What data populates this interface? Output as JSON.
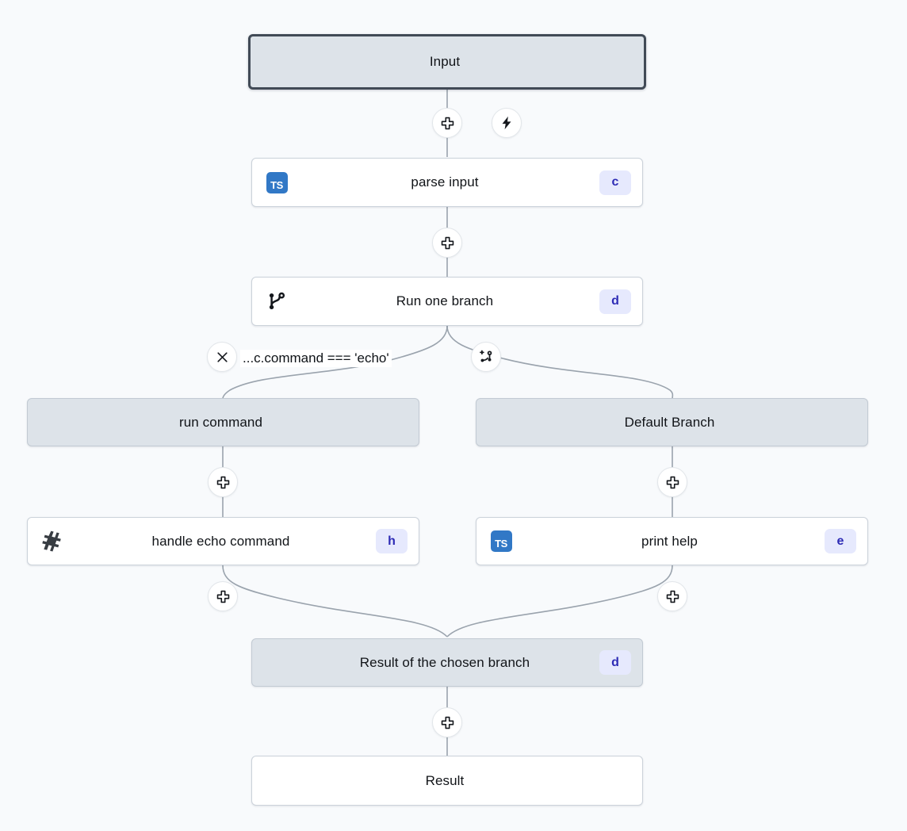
{
  "canvas": {
    "background": "#f8fafc",
    "edge_color": "#9aa3ad",
    "node_fill_io": "#dde3e9",
    "node_fill_plain": "#ffffff",
    "badge_bg": "#e6e9fd",
    "badge_fg": "#2d2bb5",
    "ts_blue": "#3178c6",
    "selected_border": "#414a56"
  },
  "nodes": {
    "input": {
      "label": "Input",
      "icon": "none",
      "badge": ""
    },
    "parse_input": {
      "label": "parse input",
      "icon": "typescript-icon",
      "badge": "c"
    },
    "run_one_branch": {
      "label": "Run one branch",
      "icon": "git-branch-icon",
      "badge": "d"
    },
    "run_command": {
      "label": "run command",
      "icon": "none",
      "badge": ""
    },
    "default_branch": {
      "label": "Default Branch",
      "icon": "none",
      "badge": ""
    },
    "handle_echo": {
      "label": "handle echo command",
      "icon": "bash-icon",
      "badge": "h"
    },
    "print_help": {
      "label": "print help",
      "icon": "typescript-icon",
      "badge": "e"
    },
    "branch_result": {
      "label": "Result of the chosen branch",
      "icon": "none",
      "badge": "d"
    },
    "result": {
      "label": "Result",
      "icon": "none",
      "badge": ""
    }
  },
  "branch": {
    "condition_label": "...c.command === 'echo'",
    "delete_icon": "close-icon",
    "add_branch_icon": "git-branch-plus-icon"
  },
  "buttons": {
    "add_step_icon": "plus-icon",
    "trigger_icon": "lightning-bolt-icon"
  }
}
